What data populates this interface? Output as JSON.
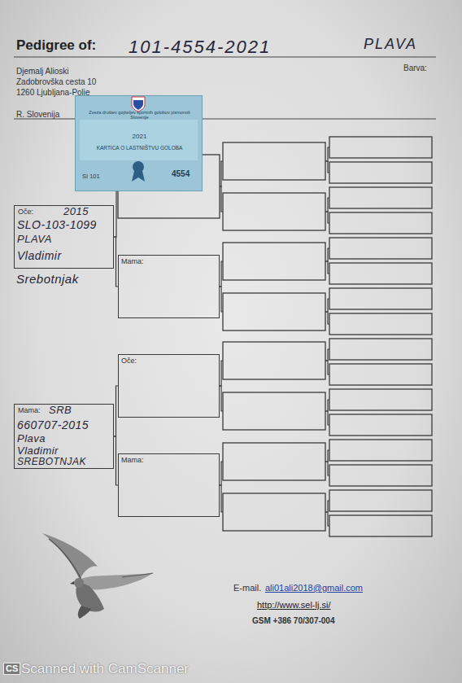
{
  "diagram": {
    "title": "Pedigree of:",
    "nodes": [
      {
        "text": [
          "Zveza društev gojiteljev športnih golobov pismonoš Slovenije",
          "2021",
          "KARTICA O LASTNIŠTVU GOLOBA",
          "SI 101",
          "4554"
        ]
      },
      {
        "text": [
          "Oče:",
          "2015",
          "SLO-103-1099",
          "PLAVA",
          "Vladimir",
          "Srebotnjak"
        ]
      },
      {
        "text": [
          "Mama:",
          "SRB",
          "660707-2015",
          "Plava",
          "Vladimir",
          "SREBOTNJAK"
        ]
      },
      {
        "text": [
          "Mama:"
        ]
      },
      {
        "text": [
          "Oče:"
        ]
      },
      {
        "text": [
          "Mama:"
        ]
      }
    ],
    "edges": [
      {
        "from": 1,
        "to": 3,
        "arrow": "none"
      },
      {
        "from": 2,
        "to": 4,
        "arrow": "none"
      },
      {
        "from": 2,
        "to": 5,
        "arrow": "none"
      }
    ],
    "labels": [
      "101-4554-2021",
      "PLAVA",
      "Djemalj Alioski",
      "Zadobrovška cesta 10",
      "1260 Ljubljana-Polje",
      "R. Slovenija",
      "Barva:",
      "E-mail.",
      "ali01ali2018@gmail.com",
      "http://www.sel-lj.si/",
      "GSM +386 70/307-004",
      "CS",
      "Scanned with CamScanner"
    ]
  }
}
